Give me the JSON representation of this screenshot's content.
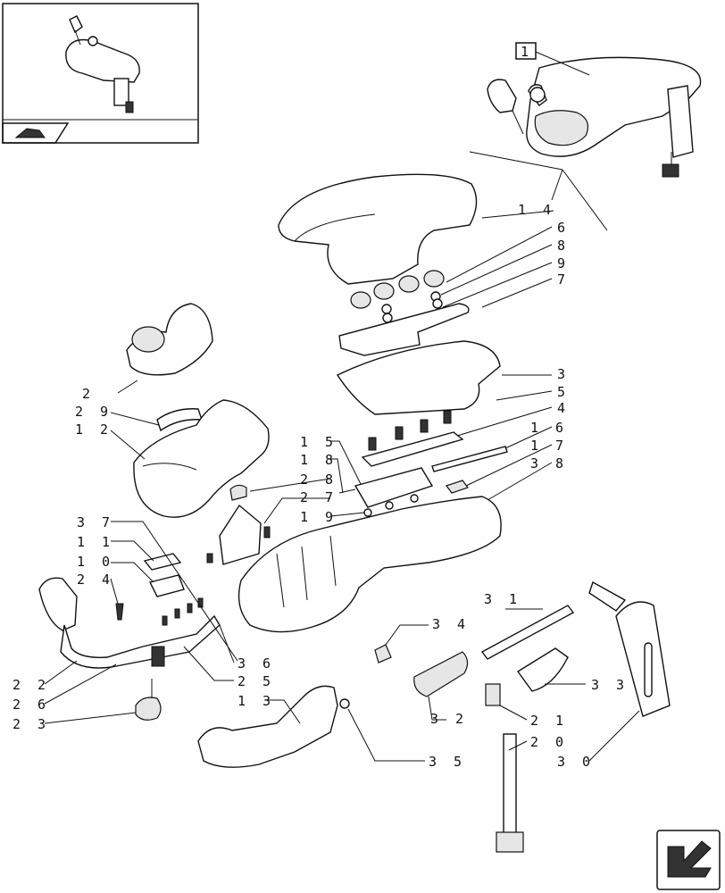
{
  "ref_box": "1",
  "labels": [
    {
      "id": "14",
      "text": "1 4"
    },
    {
      "id": "6",
      "text": "6"
    },
    {
      "id": "8",
      "text": "8"
    },
    {
      "id": "9",
      "text": "9"
    },
    {
      "id": "7",
      "text": "7"
    },
    {
      "id": "3",
      "text": "3"
    },
    {
      "id": "5",
      "text": "5"
    },
    {
      "id": "4",
      "text": "4"
    },
    {
      "id": "16",
      "text": "1 6"
    },
    {
      "id": "17",
      "text": "1 7"
    },
    {
      "id": "38",
      "text": "3 8"
    },
    {
      "id": "2",
      "text": "2"
    },
    {
      "id": "29",
      "text": "2 9"
    },
    {
      "id": "12",
      "text": "1 2"
    },
    {
      "id": "15",
      "text": "1 5"
    },
    {
      "id": "18",
      "text": "1 8"
    },
    {
      "id": "28",
      "text": "2 8"
    },
    {
      "id": "27",
      "text": "2 7"
    },
    {
      "id": "19",
      "text": "1 9"
    },
    {
      "id": "37",
      "text": "3 7"
    },
    {
      "id": "11",
      "text": "1 1"
    },
    {
      "id": "10",
      "text": "1 0"
    },
    {
      "id": "24",
      "text": "2 4"
    },
    {
      "id": "31",
      "text": "3 1"
    },
    {
      "id": "34",
      "text": "3 4"
    },
    {
      "id": "36",
      "text": "3 6"
    },
    {
      "id": "25",
      "text": "2 5"
    },
    {
      "id": "33",
      "text": "3 3"
    },
    {
      "id": "22",
      "text": "2 2"
    },
    {
      "id": "26",
      "text": "2 6"
    },
    {
      "id": "23",
      "text": "2 3"
    },
    {
      "id": "13",
      "text": "1 3"
    },
    {
      "id": "21",
      "text": "2 1"
    },
    {
      "id": "32",
      "text": "3 2"
    },
    {
      "id": "20",
      "text": "2 0"
    },
    {
      "id": "30",
      "text": "3 0"
    },
    {
      "id": "35",
      "text": "3 5"
    }
  ],
  "icons": {
    "thumbnail": "assembly-thumbnail-icon",
    "book": "book-section-icon",
    "navigate": "next-page-arrow-icon"
  }
}
